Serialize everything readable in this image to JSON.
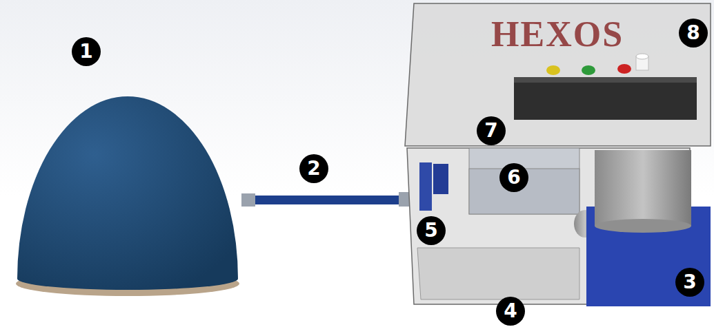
{
  "diagram": {
    "labels": [
      "HEXOS",
      "8",
      "1",
      "7",
      "2",
      "6",
      "5",
      "3",
      "4"
    ]
  }
}
